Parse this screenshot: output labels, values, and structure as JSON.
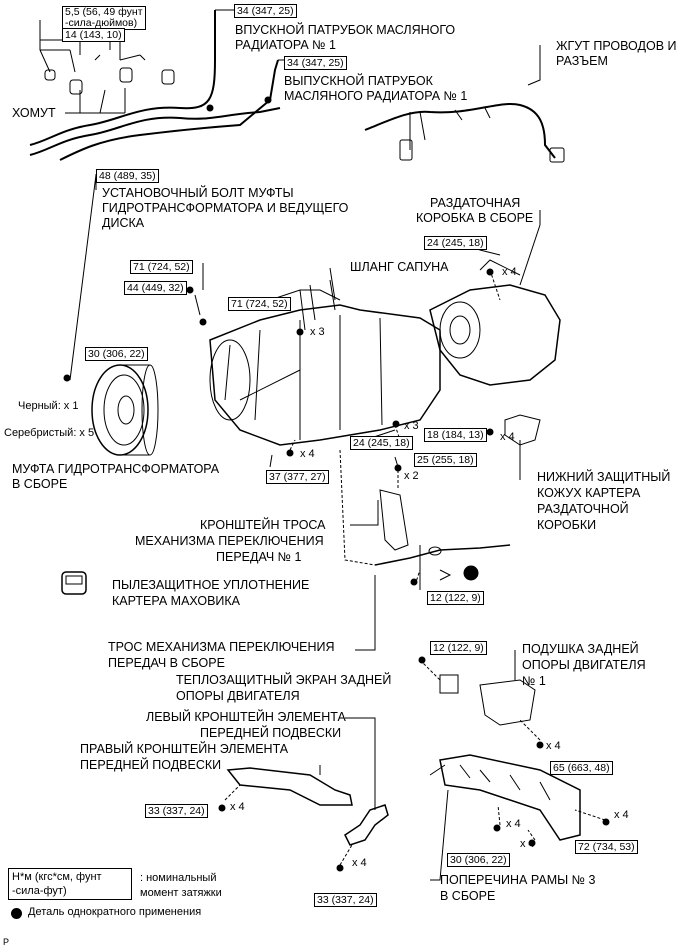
{
  "torques": {
    "t1": "5,5 (56, 49 фунт",
    "t1b": "-сила-дюймов)",
    "t2": "14 (143, 10)",
    "t3": "34 (347, 25)",
    "t4": "34 (347, 25)",
    "t5": "48 (489, 35)",
    "t6": "71 (724, 52)",
    "t7": "44 (449, 32)",
    "t8": "71 (724, 52)",
    "t9": "30 (306, 22)",
    "t10": "24 (245, 18)",
    "t11": "18 (184, 13)",
    "t12": "24 (245, 18)",
    "t13": "25 (255, 18)",
    "t14": "37 (377, 27)",
    "t15": "12 (122, 9)",
    "t16": "12 (122, 9)",
    "t17": "65 (663, 48)",
    "t18": "33 (337, 24)",
    "t19": "33 (337, 24)",
    "t20": "30 (306, 22)",
    "t21": "72 (734, 53)"
  },
  "counts": {
    "x4": "x 4",
    "x3": "x 3",
    "x2": "x 2"
  },
  "labels": {
    "clamp": "ХОМУТ",
    "inlet1": "ВПУСКНОЙ ПАТРУБОК МАСЛЯНОГО",
    "inlet2": "РАДИАТОРА № 1",
    "outlet1": "ВЫПУСКНОЙ ПАТРУБОК",
    "outlet2": "МАСЛЯНОГО РАДИАТОРА № 1",
    "harness1": "ЖГУТ ПРОВОДОВ И",
    "harness2": "РАЗЪЕМ",
    "bolt1": "УСТАНОВОЧНЫЙ БОЛТ МУФТЫ",
    "bolt2": "ГИДРОТРАНСФОРМАТОРА И ВЕДУЩЕГО",
    "bolt3": "ДИСКА",
    "transfer1": "РАЗДАТОЧНАЯ",
    "transfer2": "КОРОБКА В СБОРЕ",
    "breather": "ШЛАНГ САПУНА",
    "black": "Черный: x 1",
    "silver": "Серебристый: x 5",
    "converter1": "МУФТА ГИДРОТРАНСФОРМАТОРА",
    "converter2": "В СБОРЕ",
    "lowercover1": "НИЖНИЙ ЗАЩИТНЫЙ",
    "lowercover2": "КОЖУХ КАРТЕРА",
    "lowercover3": "РАЗДАТОЧНОЙ",
    "lowercover4": "КОРОБКИ",
    "bracket1": "КРОНШТЕЙН ТРОСА",
    "bracket2": "МЕХАНИЗМА ПЕРЕКЛЮЧЕНИЯ",
    "bracket3": "ПЕРЕДАЧ № 1",
    "dust1": "ПЫЛЕЗАЩИТНОЕ УПЛОТНЕНИЕ",
    "dust2": "КАРТЕРА МАХОВИКА",
    "cable1": "ТРОС МЕХАНИЗМА ПЕРЕКЛЮЧЕНИЯ",
    "cable2": "ПЕРЕДАЧ В СБОРЕ",
    "heat1": "ТЕПЛОЗАЩИТНЫЙ ЭКРАН ЗАДНЕЙ",
    "heat2": "ОПОРЫ ДВИГАТЕЛЯ",
    "mount1": "ПОДУШКА ЗАДНЕЙ",
    "mount2": "ОПОРЫ ДВИГАТЕЛЯ",
    "mount3": "№ 1",
    "left1": "ЛЕВЫЙ КРОНШТЕЙН ЭЛЕМЕНТА",
    "left2": "ПЕРЕДНЕЙ ПОДВЕСКИ",
    "right1": "ПРАВЫЙ КРОНШТЕЙН ЭЛЕМЕНТА",
    "right2": "ПЕРЕДНЕЙ ПОДВЕСКИ",
    "cross1": "ПОПЕРЕЧИНА РАМЫ № 3",
    "cross2": "В СБОРЕ"
  },
  "legend": {
    "unit1": "Н*м (кгс*см, фунт",
    "unit2": "-сила-фут)",
    "desc1": ": номинальный",
    "desc2": "момент затяжки",
    "nonreuse": "Деталь однократного применения"
  },
  "corner": "P"
}
